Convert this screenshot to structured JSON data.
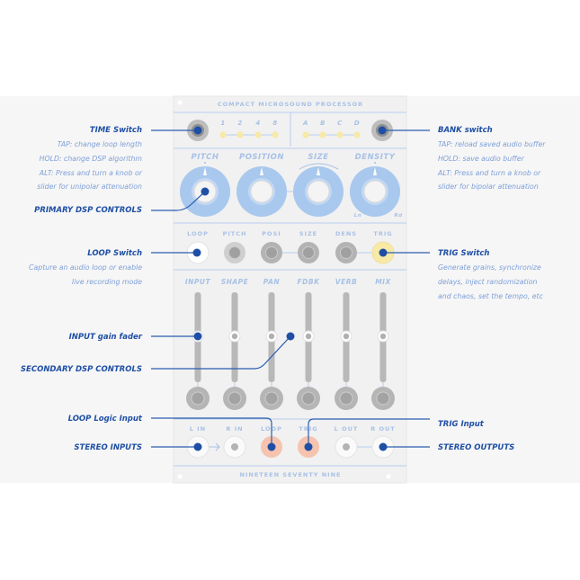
{
  "panel": {
    "title": "COMPACT MICROSOUND PROCESSOR",
    "footer": "NINETEEN SEVENTY NINE",
    "time_leds": [
      "1",
      "2",
      "4",
      "8"
    ],
    "bank_leds": [
      "A",
      "B",
      "C",
      "D"
    ],
    "knobs": [
      "PITCH",
      "POSITION",
      "SIZE",
      "DENSITY"
    ],
    "density_range": {
      "min": "Ln",
      "max": "Rd"
    },
    "cv_jacks": [
      "LOOP",
      "PITCH",
      "POSI",
      "SIZE",
      "DENS",
      "TRIG"
    ],
    "sliders": [
      "INPUT",
      "SHAPE",
      "PAN",
      "FDBK",
      "VERB",
      "MIX"
    ],
    "io_jacks": [
      "L IN",
      "R IN",
      "LOOP",
      "TRIG",
      "L OUT",
      "R OUT"
    ]
  },
  "callouts_left": {
    "time_title": "TIME Switch",
    "time_desc": [
      "TAP: change loop length",
      "HOLD: change DSP algorithm",
      "ALT: Press and turn a knob or",
      "slider for unipolar attenuation"
    ],
    "primary": "PRIMARY DSP CONTROLS",
    "loop_title": "LOOP Switch",
    "loop_desc": [
      "Capture an audio loop or enable",
      "live recording mode"
    ],
    "input_fader": "INPUT gain fader",
    "secondary": "SECONDARY DSP CONTROLS",
    "loop_logic": "LOOP Logic Input",
    "stereo_in": "STEREO INPUTS"
  },
  "callouts_right": {
    "bank_title": "BANK switch",
    "bank_desc": [
      "TAP: reload saved audio buffer",
      "HOLD: save audio buffer",
      "ALT: Press and turn a knob or",
      "slider for bipolar attenuation"
    ],
    "trig_title": "TRIG Switch",
    "trig_desc": [
      "Generate grains, synchronize",
      "delays, inject randomization",
      "and chaos, set the tempo, etc"
    ],
    "trig_input": "TRIG Input",
    "stereo_out": "STEREO OUTPUTS"
  },
  "colors": {
    "accent": "#1f4fa5",
    "knob": "#a9c8ee",
    "led": "#f7e9a6",
    "jack_highlight": "#f6c3ae"
  }
}
